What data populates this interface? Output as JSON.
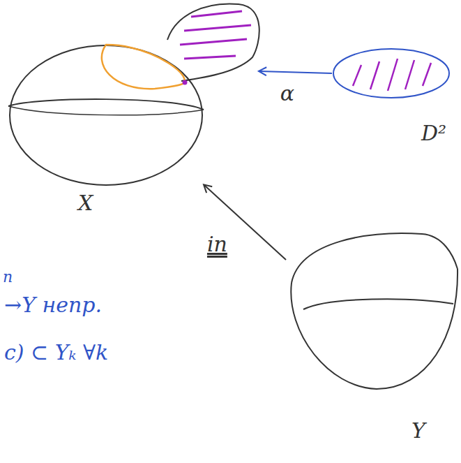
{
  "diagram": {
    "nodes": [
      {
        "text": [
          "X"
        ]
      },
      {
        "text": [
          "D²"
        ]
      },
      {
        "text": [
          "Y"
        ]
      }
    ],
    "edges": [
      {
        "from": 1,
        "to": 0,
        "arrow": "to",
        "label": "α"
      },
      {
        "from": 2,
        "to": 0,
        "arrow": "to",
        "label": "in"
      }
    ],
    "labels": [
      "n",
      "→Y непр.",
      "c) ⊂ Yₖ ∀k"
    ]
  }
}
